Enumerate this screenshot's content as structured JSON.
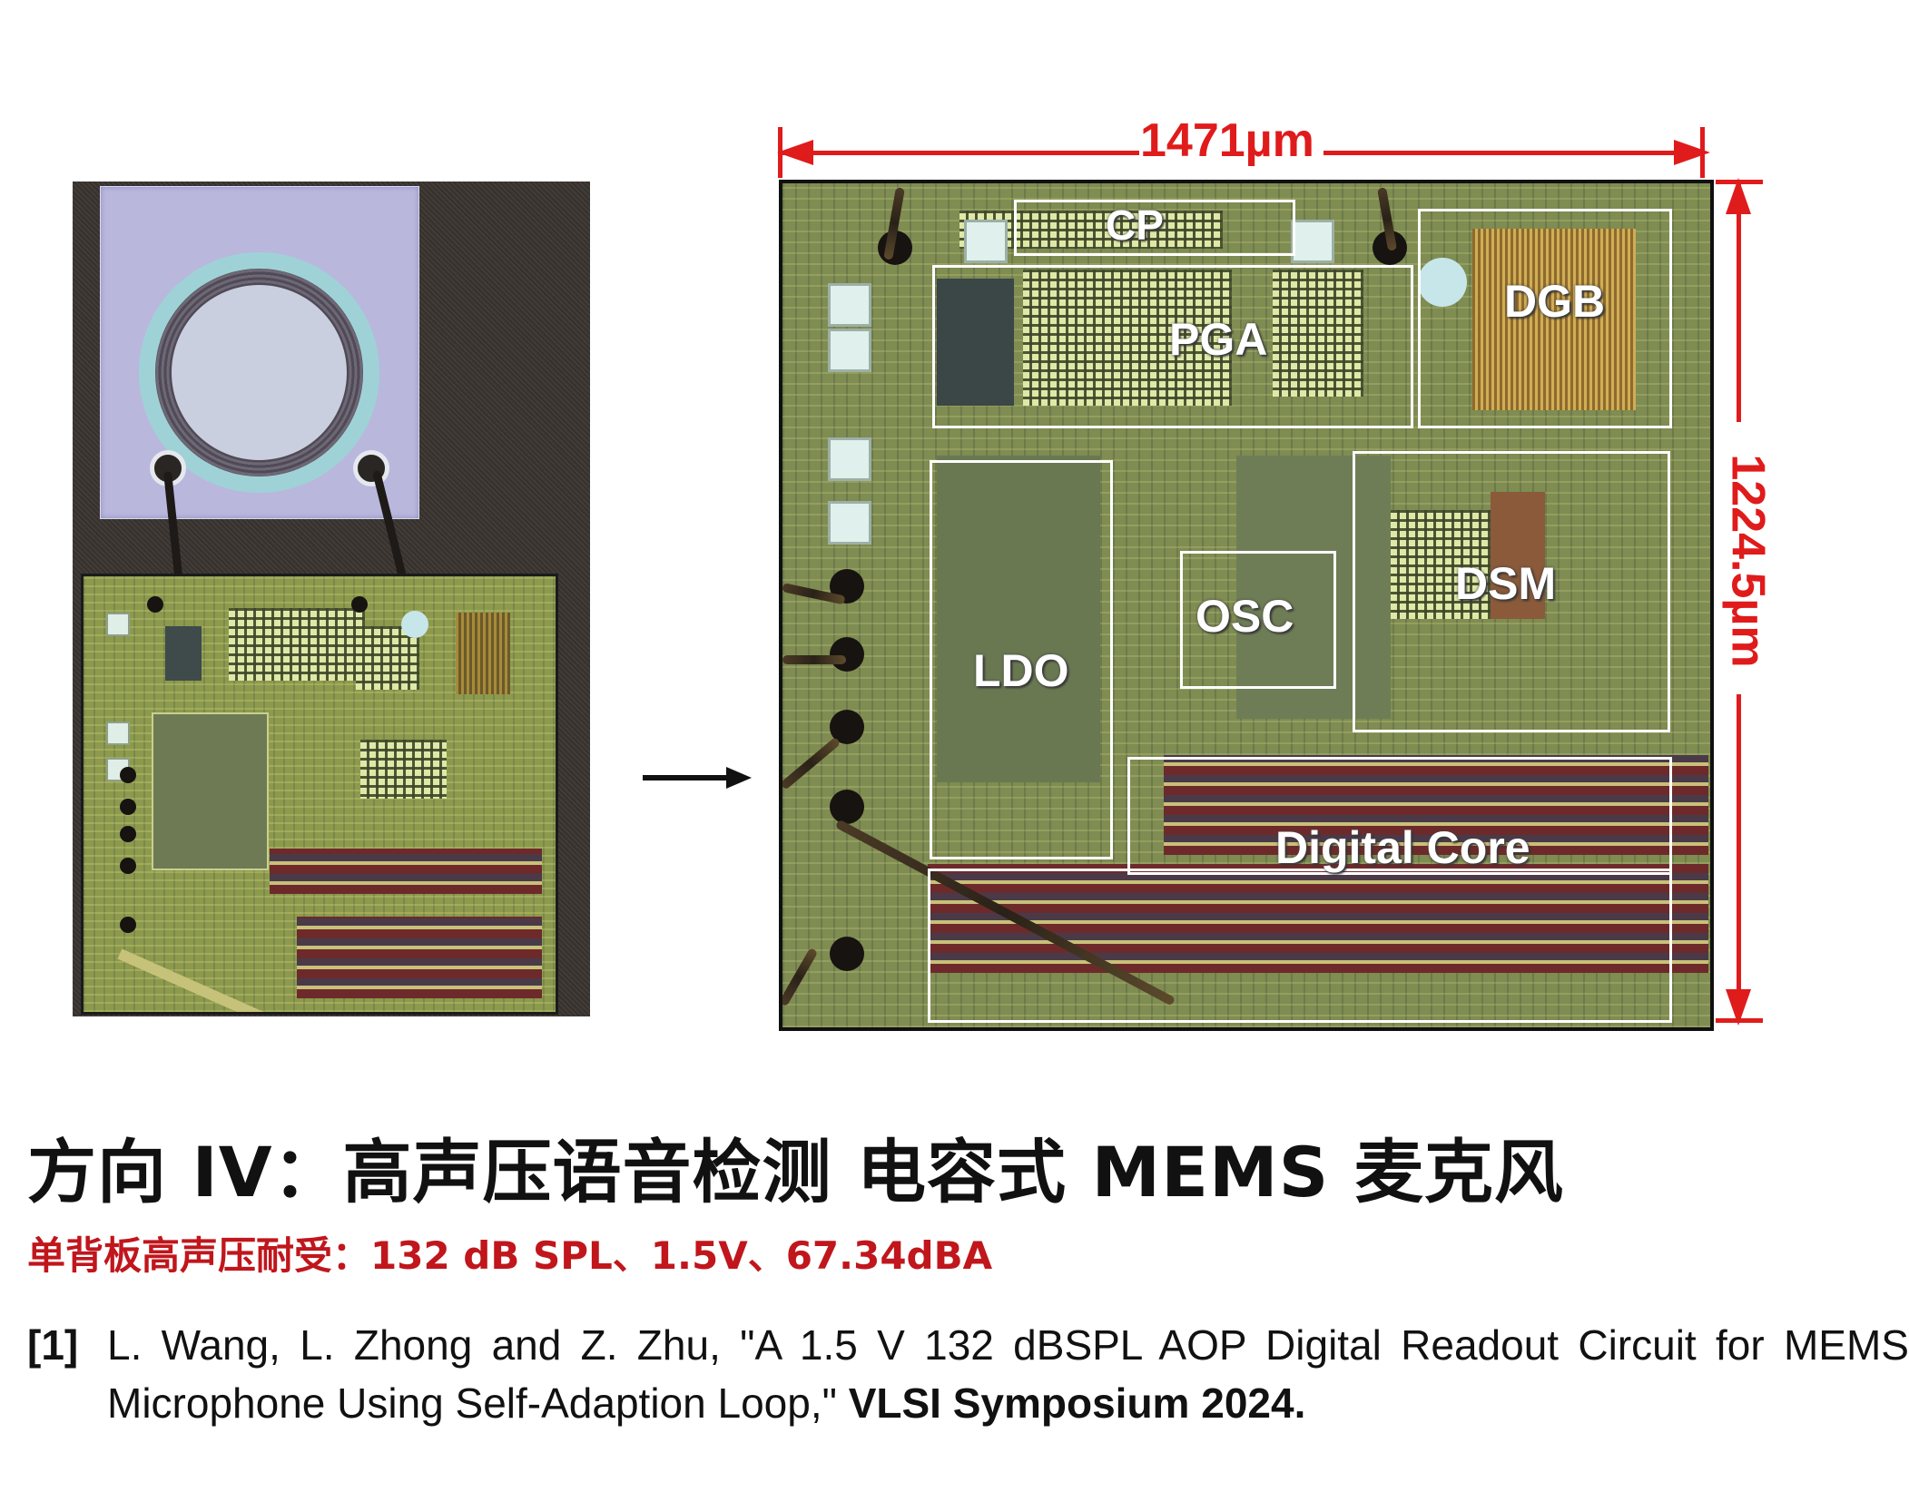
{
  "figure": {
    "arrow": "right-arrow",
    "dimension_width": "1471µm",
    "dimension_height": "1224.5µm",
    "blocks": [
      "CP",
      "PGA",
      "DGB",
      "LDO",
      "OSC",
      "DSM",
      "Digital Core"
    ]
  },
  "title": "方向 IV：高声压语音检测  电容式 MEMS 麦克风",
  "subtitle": "单背板高声压耐受：132 dB SPL、1.5V、67.34dBA",
  "reference": {
    "number": "[1]",
    "text": "L. Wang, L. Zhong and Z. Zhu, \"A 1.5 V 132 dBSPL AOP Digital Readout Circuit for MEMS Microphone Using Self-Adaption Loop,\"",
    "venue": "VLSI Symposium 2024."
  },
  "colors": {
    "accent_red": "#c0161c",
    "dimension_red": "#e01b1b",
    "text": "#111111"
  }
}
